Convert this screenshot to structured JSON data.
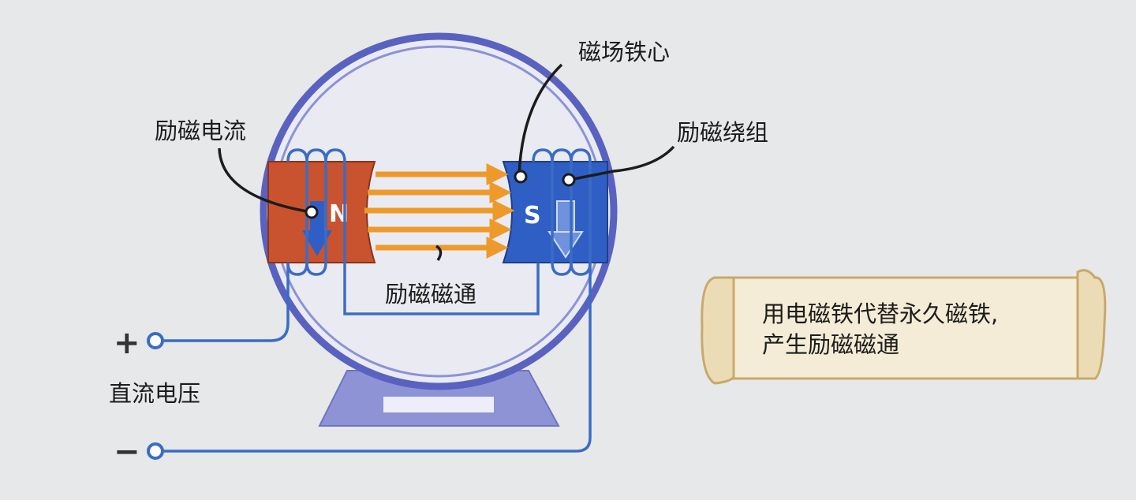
{
  "labels": {
    "excitation_current": "励磁电流",
    "field_core": "磁场铁心",
    "field_winding": "励磁绕组",
    "excitation_flux": "励磁磁通",
    "dc_voltage": "直流电压",
    "plus": "+",
    "minus": "−",
    "north": "N",
    "south": "S"
  },
  "note": {
    "line1": "用电磁铁代替永久磁铁,",
    "line2": "产生励磁磁通"
  },
  "colors": {
    "frame": "#5a62c0",
    "north_pole": "#c9532e",
    "south_pole": "#2f5fc4",
    "wire": "#3b6cc4",
    "flux_arrow": "#ee9a2a",
    "scroll": "#f4ecd6",
    "scroll_edge": "#c9a96a",
    "stand": "#8e93d6"
  }
}
